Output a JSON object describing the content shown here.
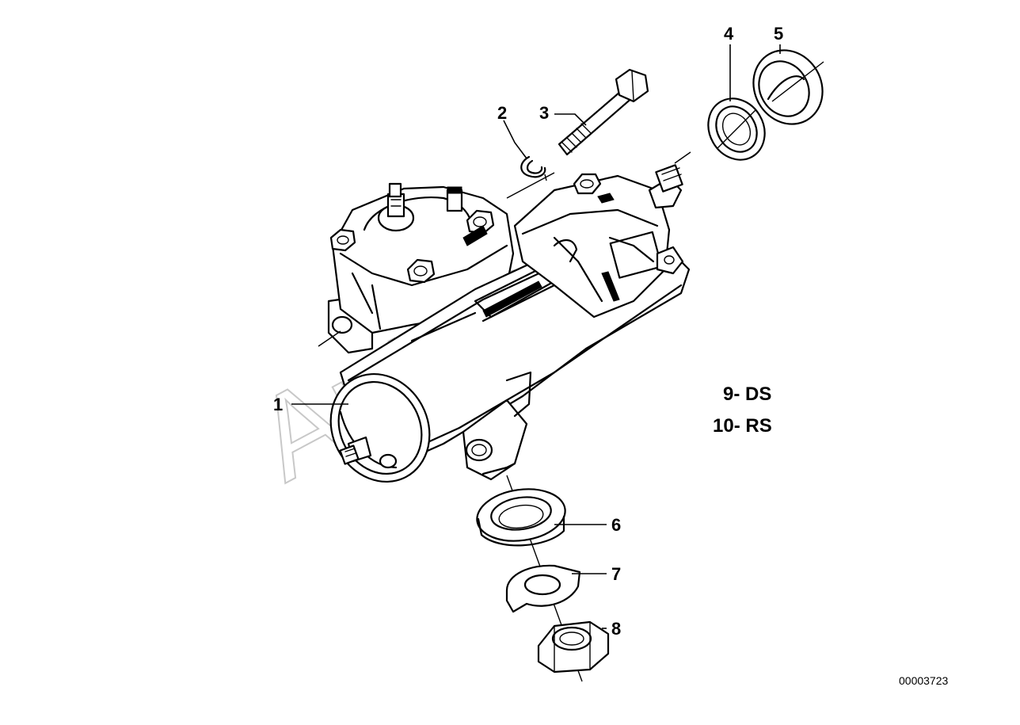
{
  "diagram": {
    "watermark": "AutoSoft",
    "part_number": "00003723",
    "callouts": [
      {
        "id": "1",
        "label": "1"
      },
      {
        "id": "2",
        "label": "2"
      },
      {
        "id": "3",
        "label": "3"
      },
      {
        "id": "4",
        "label": "4"
      },
      {
        "id": "5",
        "label": "5"
      },
      {
        "id": "6",
        "label": "6"
      },
      {
        "id": "7",
        "label": "7"
      },
      {
        "id": "8",
        "label": "8"
      }
    ],
    "legend": [
      {
        "label": "9- DS"
      },
      {
        "label": "10- RS"
      }
    ]
  }
}
